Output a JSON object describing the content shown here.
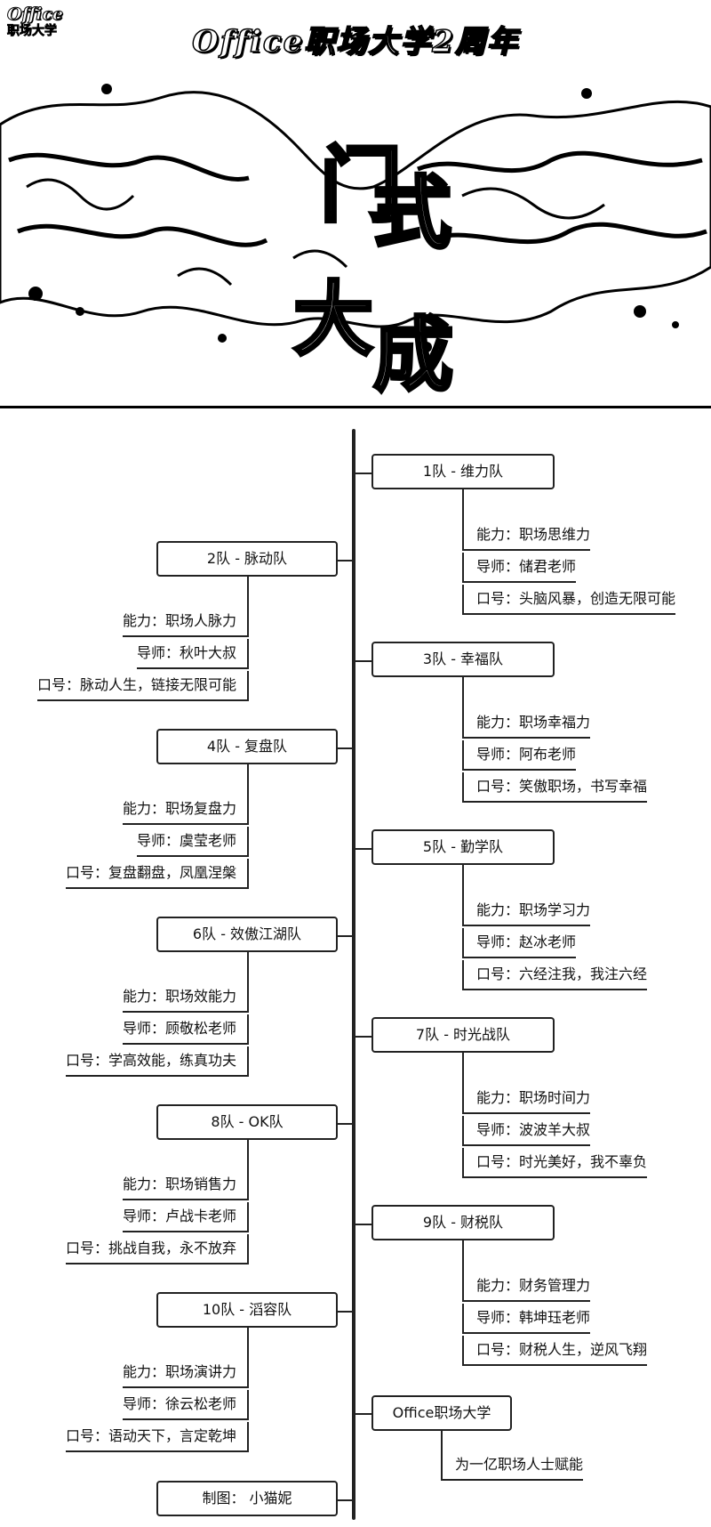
{
  "header": {
    "logo_line1": "Office",
    "logo_line2": "职场大学",
    "title": "Office职场大学2周年",
    "art_text": "门式大成"
  },
  "teams": [
    {
      "title": "1队 - 维力队",
      "items": [
        "能力：职场思维力",
        "导师：储君老师",
        "口号：头脑风暴，创造无限可能"
      ]
    },
    {
      "title": "2队 - 脉动队",
      "items": [
        "能力：职场人脉力",
        "导师：秋叶大叔",
        "口号：脉动人生，链接无限可能"
      ]
    },
    {
      "title": "3队 - 幸福队",
      "items": [
        "能力：职场幸福力",
        "导师：阿布老师",
        "口号：笑傲职场，书写幸福"
      ]
    },
    {
      "title": "4队 - 复盘队",
      "items": [
        "能力：职场复盘力",
        "导师：虞莹老师",
        "口号：复盘翻盘，凤凰涅槃"
      ]
    },
    {
      "title": "5队 - 勤学队",
      "items": [
        "能力：职场学习力",
        "导师：赵冰老师",
        "口号：六经注我，我注六经"
      ]
    },
    {
      "title": "6队 - 效傲江湖队",
      "items": [
        "能力：职场效能力",
        "导师：顾敬松老师",
        "口号：学高效能，练真功夫"
      ]
    },
    {
      "title": "7队 - 时光战队",
      "items": [
        "能力：职场时间力",
        "导师：波波羊大叔",
        "口号：时光美好，我不辜负"
      ]
    },
    {
      "title": "8队 - OK队",
      "items": [
        "能力：职场销售力",
        "导师：卢战卡老师",
        "口号：挑战自我，永不放弃"
      ]
    },
    {
      "title": "9队 - 财税队",
      "items": [
        "能力：财务管理力",
        "导师：韩坤珏老师",
        "口号：财税人生，逆风飞翔"
      ]
    },
    {
      "title": "10队 - 滔容队",
      "items": [
        "能力：职场演讲力",
        "导师：徐云松老师",
        "口号：语动天下，言定乾坤"
      ]
    }
  ],
  "org": {
    "title": "Office职场大学",
    "slogan": "为一亿职场人士赋能"
  },
  "credit": "制图： 小猫妮"
}
